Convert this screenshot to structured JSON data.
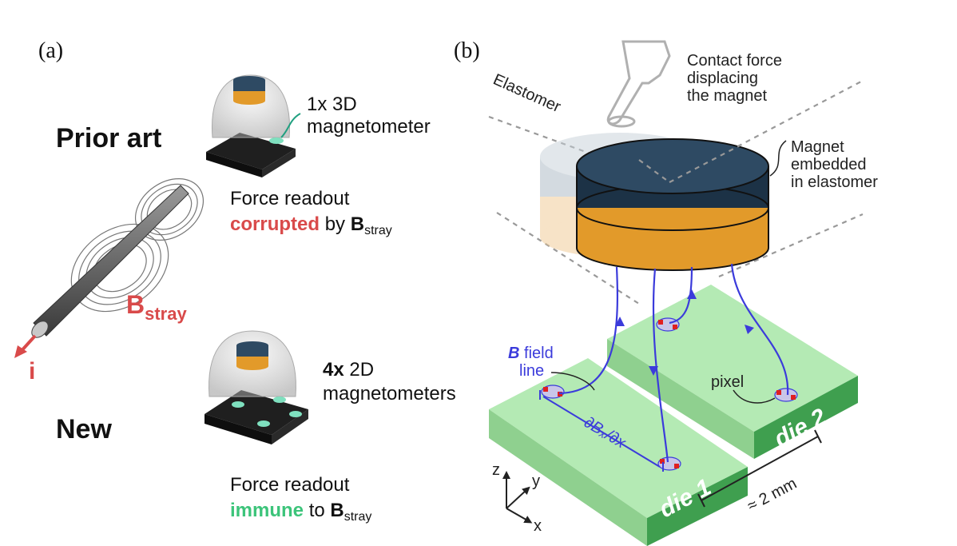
{
  "panel_a": {
    "label": "(a)",
    "prior_art": {
      "heading": "Prior art",
      "magnetometer_line1": "1x 3D",
      "magnetometer_line2": "magnetometer",
      "readout_line1": "Force readout",
      "readout_word": "corrupted",
      "readout_by": "by",
      "readout_B": "B",
      "readout_sub": "stray"
    },
    "new": {
      "heading": "New",
      "magnetometer_count": "4x",
      "magnetometer_line1_rest": "2D",
      "magnetometer_line2": "magnetometers",
      "readout_line1": "Force readout",
      "readout_word": "immune",
      "readout_to": "to",
      "readout_B": "B",
      "readout_sub": "stray"
    },
    "wire": {
      "field_B": "B",
      "field_sub": "stray",
      "current": "i"
    },
    "colors": {
      "corrupted": "#d94a4a",
      "immune": "#3cc47a",
      "field_label": "#d94a4a"
    }
  },
  "panel_b": {
    "label": "(b)",
    "contact_force": [
      "Contact force",
      "displacing",
      "the magnet"
    ],
    "elastomer": "Elastomer",
    "magnet_label": [
      "Magnet",
      "embedded",
      "in elastomer"
    ],
    "field_line_B": "B",
    "field_line_rest": "field",
    "field_line_2": "line",
    "gradient": "∂Bₓ/∂x",
    "pixel": "pixel",
    "die1": "die 1",
    "die2": "die 2",
    "spacing": "≈ 2 mm",
    "axes": {
      "z": "z",
      "y": "y",
      "x": "x"
    },
    "colors": {
      "field_line": "#3b3bdb",
      "die_top": "#b4eab4",
      "die_side": "#3f9f4f",
      "magnet_top": "#2e4a63",
      "magnet_bottom": "#e29a2a"
    }
  }
}
